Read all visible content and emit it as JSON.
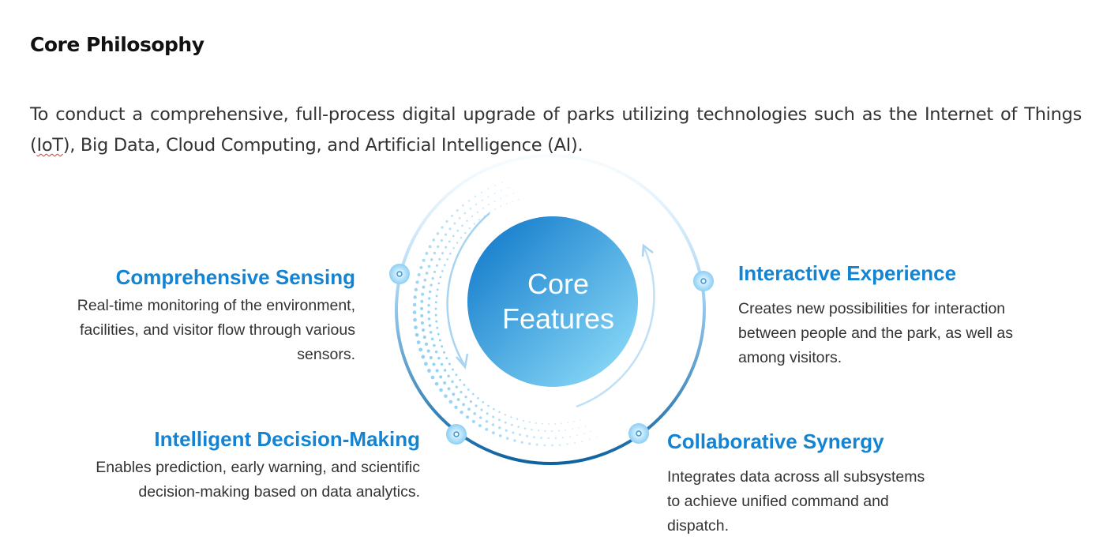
{
  "heading": "Core Philosophy",
  "intro": {
    "before": "To conduct a comprehensive, full-process digital upgrade of parks utilizing technologies such as the Internet of Things (",
    "flagged": "IoT",
    "after": "), Big Data, Cloud Computing, and Artificial Intelligence (AI)."
  },
  "center": {
    "line1": "Core",
    "line2": "Features"
  },
  "features": [
    {
      "title": "Comprehensive Sensing",
      "desc": "Real-time monitoring of the environment, facilities, and visitor flow through various sensors."
    },
    {
      "title": "Interactive Experience",
      "desc": "Creates new possibilities for interaction between people and the park, as well as among visitors."
    },
    {
      "title": "Intelligent Decision-Making",
      "desc": "Enables prediction, early warning, and scientific decision-making based on data analytics."
    },
    {
      "title": "Collaborative Synergy",
      "desc": "Integrates data across all subsystems to achieve unified command and dispatch."
    }
  ],
  "colors": {
    "accent": "#1384d3",
    "ring_dark": "#0e62a0",
    "circle_start": "#0e7fcd",
    "circle_end": "#8edcf8"
  }
}
